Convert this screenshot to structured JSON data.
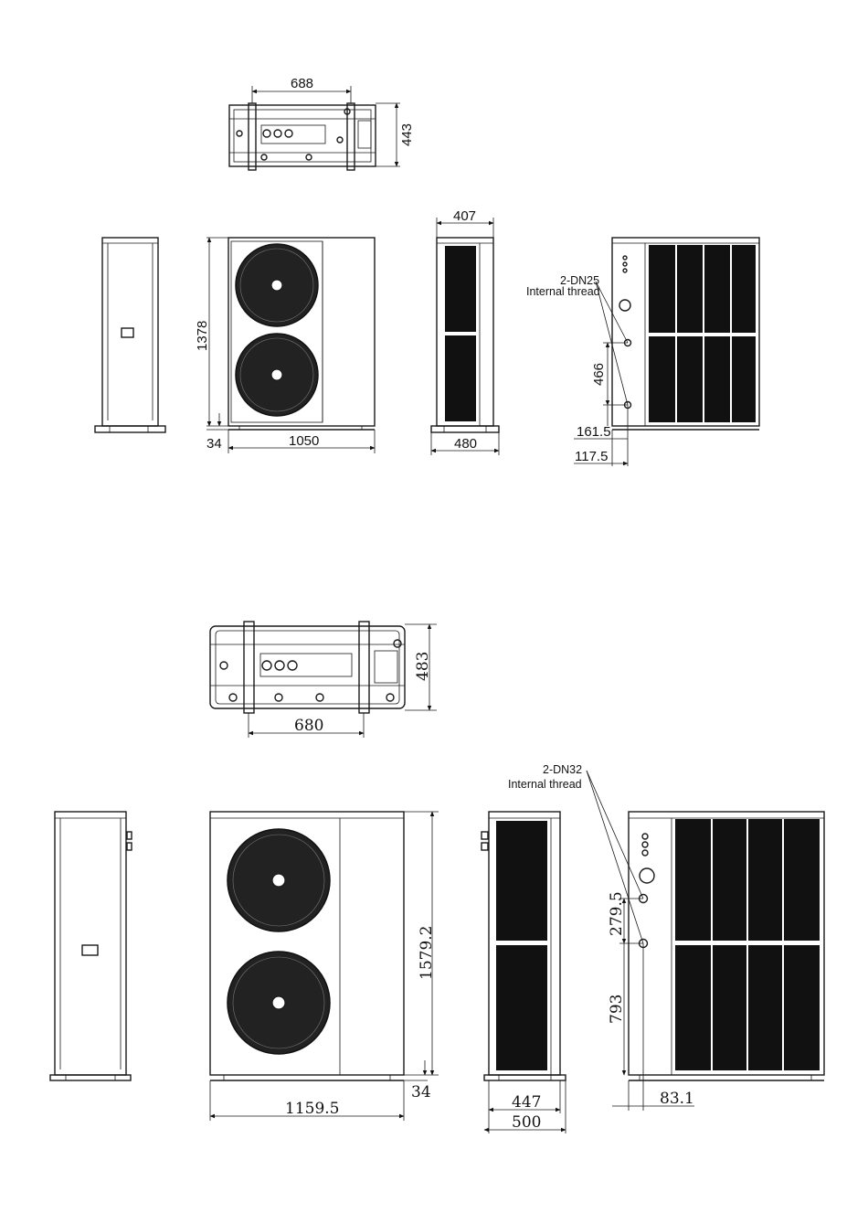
{
  "unit1": {
    "top_width": "688",
    "top_depth": "443",
    "front_height": "1378",
    "foot_height": "34",
    "front_width": "1050",
    "side_width": "407",
    "side_base_width": "480",
    "connection_note": "2-DN25",
    "connection_note2": "Internal thread",
    "pipe_spacing": "466",
    "pipe_height_low": "161.5",
    "pipe_offset": "117.5"
  },
  "unit2": {
    "top_depth": "483",
    "top_width": "680",
    "front_height": "1579.2",
    "foot_height": "34",
    "front_width": "1159.5",
    "connection_note": "2-DN32",
    "connection_note2": "Internal thread",
    "pipe_spacing": "279.5",
    "pipe_height_low": "793",
    "side_width": "447",
    "side_base_width": "500",
    "pipe_offset": "83.1"
  }
}
